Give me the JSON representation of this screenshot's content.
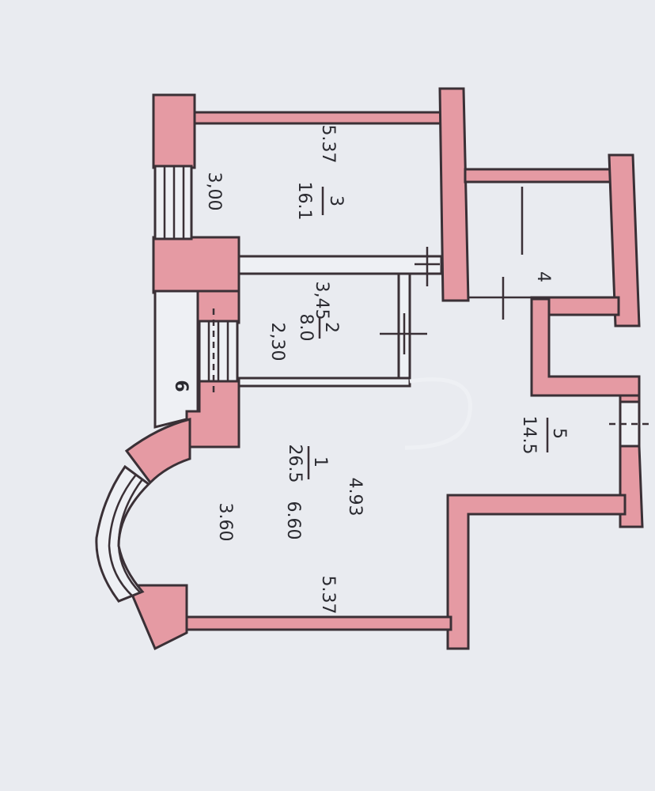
{
  "rooms": [
    {
      "id": "room-1",
      "number": "1",
      "area": "26.5"
    },
    {
      "id": "room-2",
      "number": "2",
      "area": "8.0"
    },
    {
      "id": "room-3",
      "number": "3",
      "area": "16.1"
    },
    {
      "id": "room-4",
      "number": "4"
    },
    {
      "id": "room-5",
      "number": "5",
      "area": "14.5"
    },
    {
      "id": "room-6",
      "number": "6"
    }
  ],
  "dimensions": {
    "room3_width": "5.37",
    "room3_depth": "3,00",
    "room2_width": "3,45",
    "room2_depth": "2,30",
    "room1_width_top": "4.93",
    "room1_length": "6.60",
    "room1_depth": "3.60",
    "room1_width_bottom": "5.37"
  },
  "colors": {
    "wall_fill": "#e59aa3",
    "line": "#3a3036",
    "paper": "#e9ebf0"
  }
}
